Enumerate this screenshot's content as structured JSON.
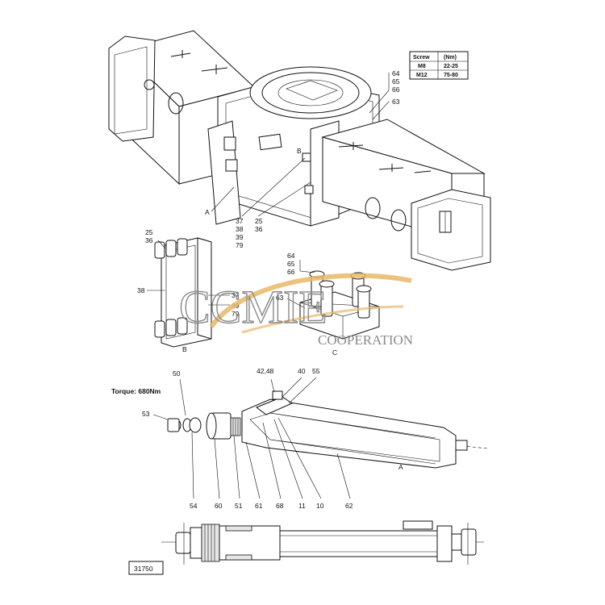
{
  "torque_table": {
    "headers": [
      "Screw",
      "(Nm)"
    ],
    "rows": [
      [
        "M8",
        "22-25"
      ],
      [
        "M12",
        "75-80"
      ]
    ]
  },
  "torque_note": "Torque: 680Nm",
  "view_labels": {
    "a_top": "A",
    "b_top": "B",
    "b_detail": "B",
    "c_detail": "C",
    "a_cylinder": "A"
  },
  "callouts": {
    "top_64": "64",
    "top_65": "65",
    "top_66": "66",
    "top_63": "63",
    "top_37": "37",
    "top_38": "38",
    "top_39": "39",
    "top_79": "79",
    "top_25": "25",
    "top_36": "36",
    "b_25": "25",
    "b_36": "36",
    "b_38": "38",
    "b_37": "37",
    "b_39": "39",
    "b_79": "79",
    "c_64": "64",
    "c_65": "65",
    "c_66": "66",
    "c_63": "63",
    "cyl_4248": "42,48",
    "cyl_40": "40",
    "cyl_55": "55",
    "cyl_50": "50",
    "cyl_53": "53",
    "cyl_54": "54",
    "cyl_60": "60",
    "cyl_51": "51",
    "cyl_61": "61",
    "cyl_68": "68",
    "cyl_11": "11",
    "cyl_10": "10",
    "cyl_62": "62"
  },
  "watermark": {
    "brand": "CCMIE",
    "sub": "COOPERATION"
  },
  "drawing_number": "31750"
}
